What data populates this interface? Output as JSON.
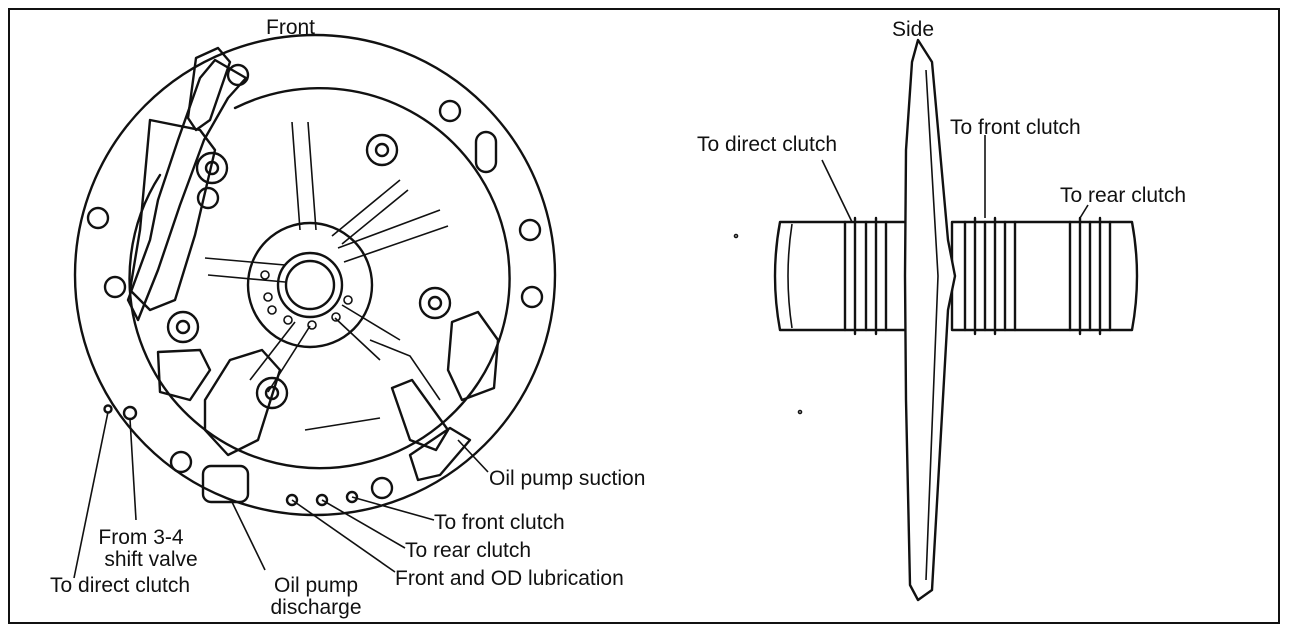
{
  "front_view": {
    "title": "Front",
    "labels": {
      "oil_pump_suction": "Oil pump suction",
      "to_front_clutch": "To front clutch",
      "to_rear_clutch": "To rear clutch",
      "front_od_lubrication": "Front and OD lubrication",
      "from_shift_valve_line1": "From 3-4",
      "from_shift_valve_line2": "shift valve",
      "to_direct_clutch": "To direct clutch",
      "oil_pump_discharge_line1": "Oil pump",
      "oil_pump_discharge_line2": "discharge"
    }
  },
  "side_view": {
    "title": "Side",
    "labels": {
      "to_direct_clutch": "To direct clutch",
      "to_front_clutch": "To front clutch",
      "to_rear_clutch": "To rear clutch"
    }
  },
  "colors": {
    "ink": "#111111",
    "paper": "#ffffff"
  }
}
